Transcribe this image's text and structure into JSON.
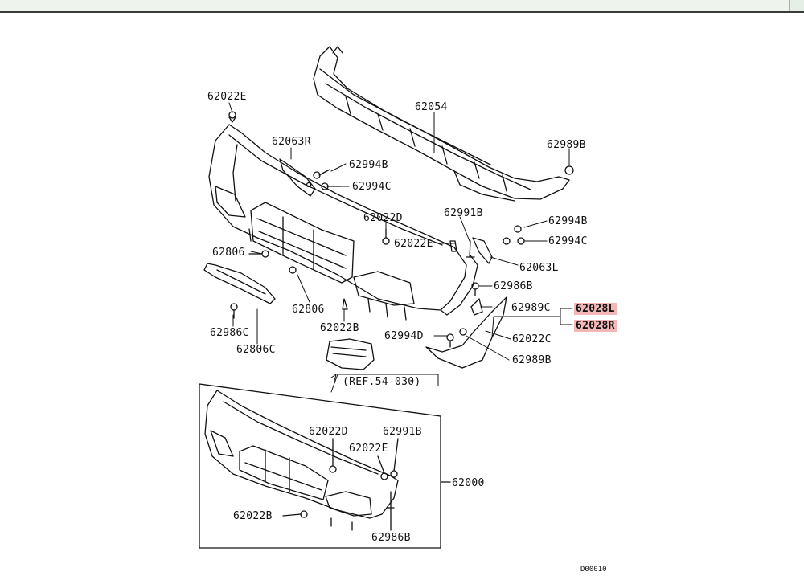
{
  "labels": {
    "l1": "62022E",
    "l2": "62054",
    "l3": "62063R",
    "l4": "62994B",
    "l5": "62994C",
    "l6": "62989B",
    "l7": "62022D",
    "l8": "62991B",
    "l9": "62022E",
    "l10": "62994B",
    "l11": "62994C",
    "l12": "62063L",
    "l13": "62806",
    "l14": "62806",
    "l15": "62986B",
    "l16": "62989C",
    "l17": "62028L",
    "l18": "62028R",
    "l19": "62022B",
    "l20": "62986C",
    "l21": "62994D",
    "l22": "62022C",
    "l23": "62806C",
    "l24": "62989B",
    "l25": "(REF.54-030)",
    "l26": "62022D",
    "l27": "62991B",
    "l28": "62022E",
    "l29": "62000",
    "l30": "62022B",
    "l31": "62986B"
  },
  "highlight_color": "#f3b7b7",
  "diagram_code": "D00010"
}
